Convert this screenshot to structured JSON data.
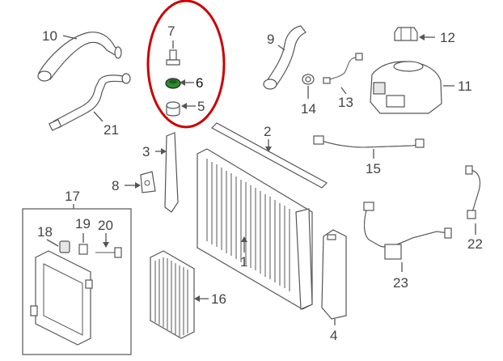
{
  "callouts": {
    "c1": "1",
    "c2": "2",
    "c3": "3",
    "c4": "4",
    "c5": "5",
    "c6": "6",
    "c7": "7",
    "c8": "8",
    "c9": "9",
    "c10": "10",
    "c11": "11",
    "c12": "12",
    "c13": "13",
    "c14": "14",
    "c15": "15",
    "c16": "16",
    "c17": "17",
    "c18": "18",
    "c19": "19",
    "c20": "20",
    "c21": "21",
    "c22": "22",
    "c23": "23"
  },
  "highlight": {
    "part": "6",
    "color": "#cc0000"
  },
  "colors": {
    "line": "#555555",
    "highlight_fill": "#2e8b2e"
  }
}
